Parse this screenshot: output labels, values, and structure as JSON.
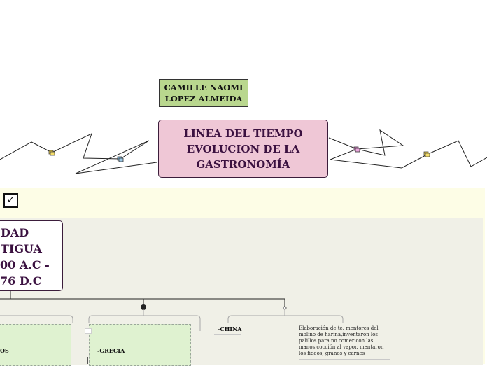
{
  "author": {
    "line1": "CAMILLE NAOMI",
    "line2": "LOPEZ ALMEIDA"
  },
  "main_title": {
    "line1": "LINEA DEL TIEMPO",
    "line2": "EVOLUCION DE LA",
    "line3": "GASTRONOMÍA"
  },
  "checkbox": {
    "glyph": "✓"
  },
  "era": {
    "line1": "DAD",
    "line2": "TIGUA",
    "line3": "00 A.C -",
    "line4": "76 D.C"
  },
  "branches": {
    "left_label": "OS",
    "grecia_label": "-GRECIA",
    "china_label": "-CHINA",
    "china_desc": "Elaboración de te, mentores del molino de harina,inventaron los palillos para no comer con las manos,cocción al vapor, mentaron los fideos, granos y carnes"
  },
  "colors": {
    "title_fill": "#efc7d6",
    "author_fill": "#b9d78e",
    "band_fill": "#fdfde6",
    "panel_fill": "#f0f0e7",
    "branch_fill": "#dff2d0",
    "dark_text": "#3b1140"
  }
}
